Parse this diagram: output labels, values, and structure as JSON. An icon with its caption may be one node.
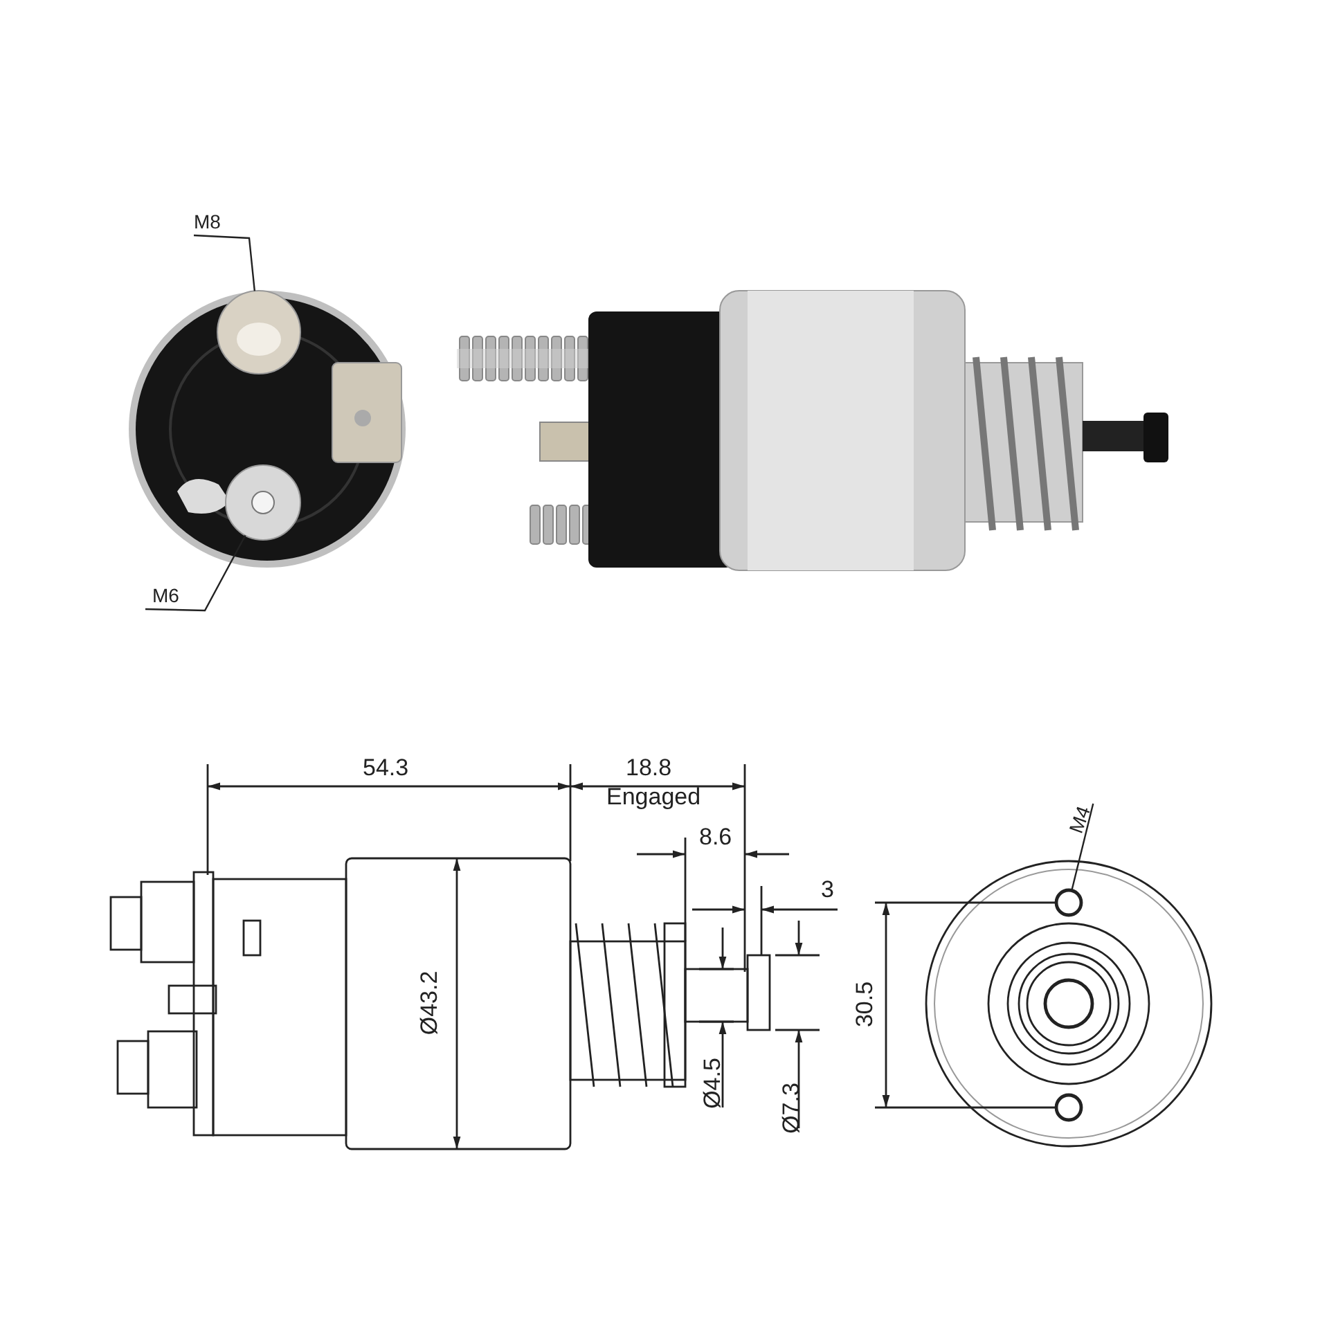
{
  "diagram": {
    "nodes": [
      {
        "text": [
          "M8"
        ]
      },
      {
        "text": [
          "M6"
        ]
      },
      {
        "text": [
          "M4"
        ]
      },
      {
        "text": [],
        "shape": "circle"
      },
      {
        "text": [],
        "shape": "circle"
      },
      {
        "text": [],
        "shape": "circle"
      }
    ],
    "edges": [
      {
        "from": 0,
        "to": 3,
        "arrow": "none"
      },
      {
        "from": 1,
        "to": 4,
        "arrow": "none"
      },
      {
        "from": 2,
        "to": 5,
        "arrow": "none"
      }
    ],
    "labels": [
      "54.3",
      "18.8",
      "Engaged",
      "8.6",
      "3",
      "Ø43.2",
      "Ø4.5",
      "Ø7.3",
      "30.5"
    ]
  }
}
